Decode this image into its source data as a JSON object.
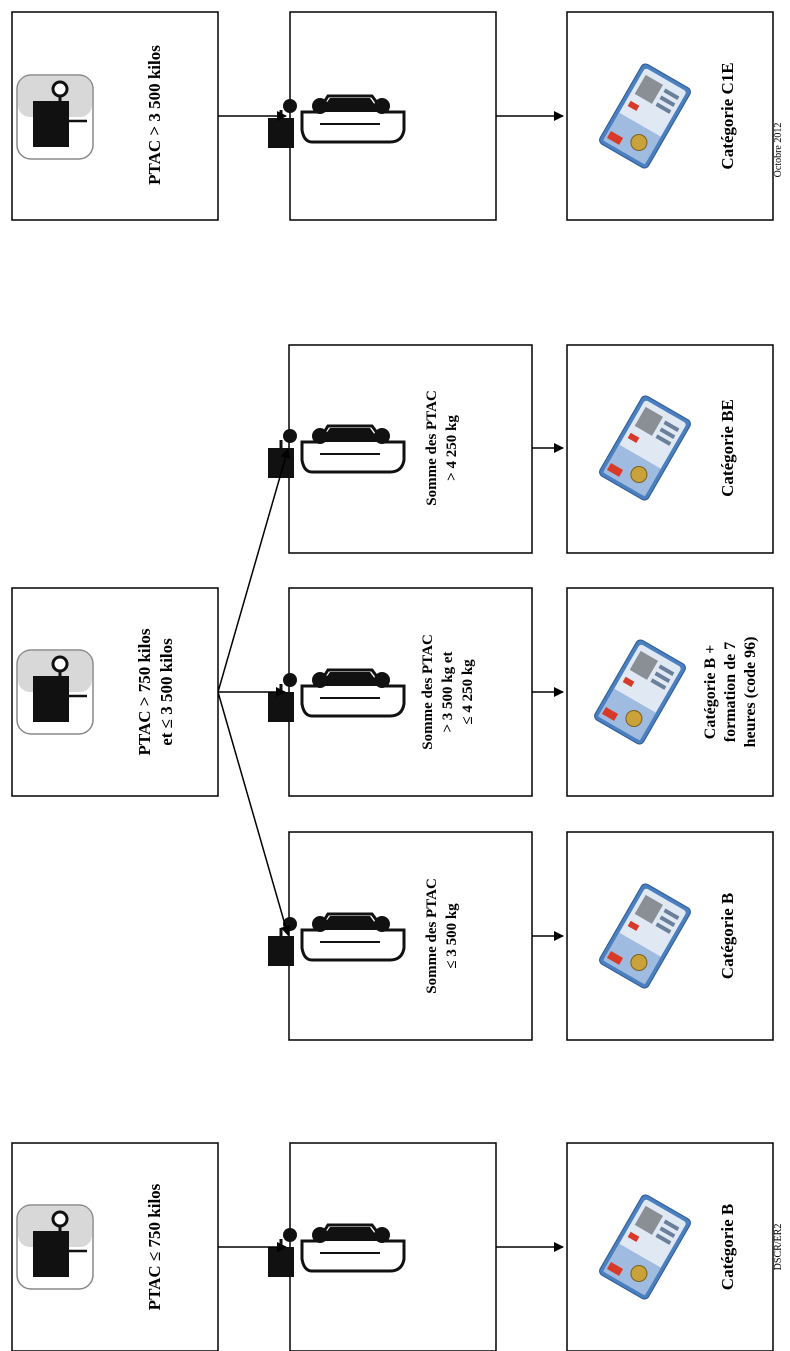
{
  "footer": {
    "date": "Octobre 2012",
    "code": "DSCR/ER2"
  },
  "groups": [
    {
      "trailer_condition": "PTAC > 3 500 kilos",
      "branches": [
        {
          "combination_condition": "",
          "result": "Catégorie C1E"
        }
      ]
    },
    {
      "trailer_condition": "PTAC > 750 kilos et ≤ 3 500 kilos",
      "branches": [
        {
          "combination_condition": "Somme des PTAC > 4 250 kg",
          "result": "Catégorie BE"
        },
        {
          "combination_condition": "Somme des PTAC > 3 500 kg et ≤ 4 250 kg",
          "result": "Catégorie B + formation de 7 heures (code 96)"
        },
        {
          "combination_condition": "Somme des PTAC ≤ 3 500 kg",
          "result": "Catégorie B"
        }
      ]
    },
    {
      "trailer_condition": "PTAC ≤ 750 kilos",
      "branches": [
        {
          "combination_condition": "",
          "result": "Catégorie B"
        }
      ]
    }
  ],
  "icons": {
    "trailer": "trailer-icon",
    "car_with_trailer": "car-with-trailer-icon",
    "license": "driving-license-card-icon"
  },
  "colors": {
    "box_border": "#000000",
    "card_blue": "#4a7fc0",
    "card_red": "#d83a2a",
    "card_light": "#dfe8f3"
  }
}
